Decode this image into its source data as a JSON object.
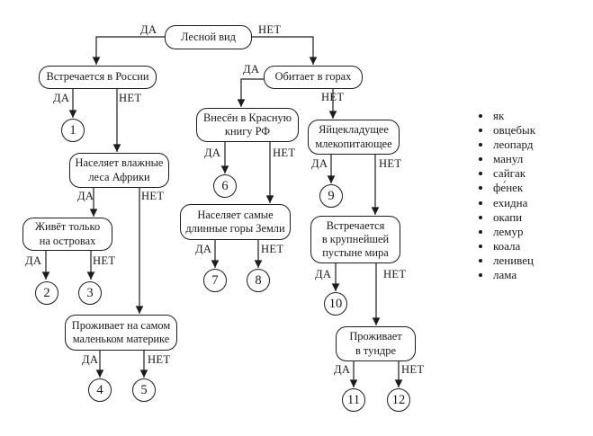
{
  "colors": {
    "ink": "#1a1a1a",
    "background": "#ffffff"
  },
  "diagram": {
    "labels": {
      "yes": "ДА",
      "no": "НЕТ"
    },
    "nodes": {
      "root": "Лесной вид",
      "russia": "Встречается в России",
      "mountains": "Обитает в горах",
      "red_book": "Внесён в Красную\nкнигу РФ",
      "egg_laying": "Яйцекладущее\nмлекопитающее",
      "africa_forests": "Населяет влажные\nлеса Африки",
      "islands": "Живёт только\nна островах",
      "longest_mountains": "Населяет самые\nдлинные горы Земли",
      "largest_desert": "Встречается\nв крупнейшей\nпустыне мира",
      "smallest_continent": "Проживает на самом\nмаленьком материке",
      "tundra": "Проживает\nв тундре"
    },
    "results": [
      "1",
      "2",
      "3",
      "4",
      "5",
      "6",
      "7",
      "8",
      "9",
      "10",
      "11",
      "12"
    ]
  },
  "animal_list": [
    "як",
    "овцебык",
    "леопард",
    "манул",
    "сайгак",
    "фе́нек",
    "ехидна",
    "окапи",
    "лемур",
    "коала",
    "ленивец",
    "лама"
  ]
}
